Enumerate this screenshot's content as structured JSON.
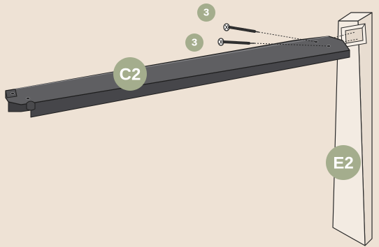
{
  "colors": {
    "background": "#eee2d5",
    "rail": "#5b5b5e",
    "rail_top": "#6a6a6d",
    "rail_side": "#3f3f42",
    "post_front": "#f3ebe2",
    "post_side": "#e8ddd1",
    "outline": "#2a2a2a",
    "badge": "#a4ad8d",
    "screw": "#2f2f2f"
  },
  "labels": {
    "rail_part": "C2",
    "post_part": "E2",
    "screw_count_upper": "3",
    "screw_count_lower": "3"
  },
  "icons": {
    "screw": "screw-icon",
    "rail": "wood-rail-icon",
    "post": "wood-post-icon"
  }
}
